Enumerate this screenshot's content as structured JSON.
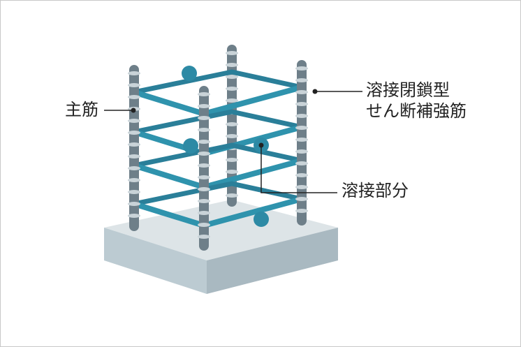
{
  "labels": {
    "main_rebar": "主筋",
    "welded_hoop_line1": "溶接閉鎖型",
    "welded_hoop_line2": "せん断補強筋",
    "weld_part": "溶接部分"
  },
  "colors": {
    "hoop": "#2f93ad",
    "hoop_back": "#2a7f99",
    "weld_joint": "#2d8aa5",
    "rebar": "#6e7f89",
    "rebar_rib": "#c9d3d8",
    "base_top": "#dde4e7",
    "base_front": "#bccbd2",
    "base_side": "#a9b9c1",
    "leader": "#222222",
    "frame": "#c8c8c8"
  },
  "icons": [
    "concrete-footing",
    "main-rebar",
    "hoop",
    "weld-joint"
  ]
}
